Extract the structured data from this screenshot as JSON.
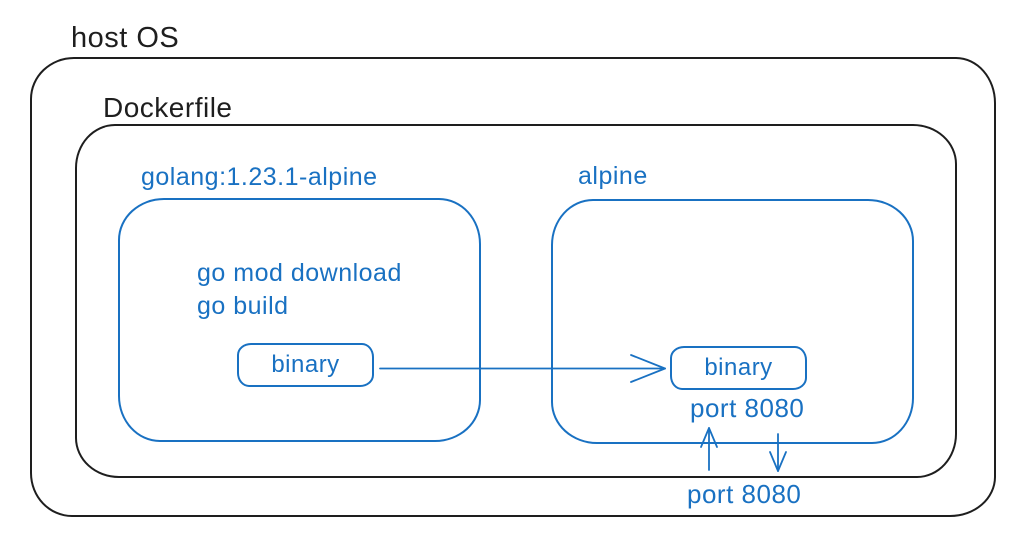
{
  "diagram": {
    "host": {
      "label": "host OS"
    },
    "dockerfile": {
      "label": "Dockerfile"
    },
    "builder_stage": {
      "title": "golang:1.23.1-alpine",
      "commands": [
        "go mod download",
        "go build"
      ],
      "binary_label": "binary"
    },
    "runtime_stage": {
      "title": "alpine",
      "binary_label": "binary",
      "port_label": "port 8080"
    },
    "host_port_label": "port 8080",
    "colors": {
      "stroke_dark": "#1e1e1e",
      "accent_blue": "#1971c2",
      "background": "#ffffff"
    }
  }
}
